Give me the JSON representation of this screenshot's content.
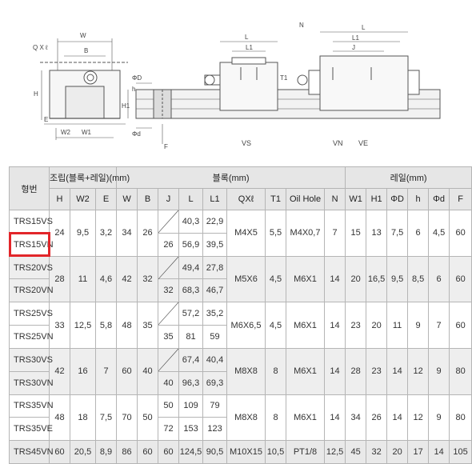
{
  "drawing": {
    "labels": {
      "w": "W",
      "b": "B",
      "qxl": "Q X ℓ",
      "h": "H",
      "e": "E",
      "w2": "W2",
      "w1": "W1",
      "od": "ΦD",
      "h_small": "h",
      "h1": "H1",
      "od_small": "Φd",
      "f": "F",
      "l": "L",
      "l1": "L1",
      "t1": "T1",
      "n": "N",
      "j": "J",
      "vs": "VS",
      "vn": "VN",
      "ve": "VE"
    }
  },
  "table": {
    "header": {
      "model": "형번",
      "assembly": "조립(블록+레일)(mm)",
      "block": "블록(mm)",
      "rail": "레일(mm)",
      "cols": [
        "H",
        "W2",
        "E",
        "W",
        "B",
        "J",
        "L",
        "L1",
        "QXℓ",
        "T1",
        "Oil Hole",
        "N",
        "W1",
        "H1",
        "ΦD",
        "h",
        "Φd",
        "F"
      ]
    },
    "rows": [
      {
        "model": "TRS15VS",
        "j": "",
        "l": "40,3",
        "l1": "22,9"
      },
      {
        "model": "TRS15VN",
        "j": "26",
        "l": "56,9",
        "l1": "39,5"
      },
      {
        "model": "TRS20VS",
        "j": "",
        "l": "49,4",
        "l1": "27,8"
      },
      {
        "model": "TRS20VN",
        "j": "32",
        "l": "68,3",
        "l1": "46,7"
      },
      {
        "model": "TRS25VS",
        "j": "",
        "l": "57,2",
        "l1": "35,2"
      },
      {
        "model": "TRS25VN",
        "j": "35",
        "l": "81",
        "l1": "59"
      },
      {
        "model": "TRS30VS",
        "j": "",
        "l": "67,4",
        "l1": "40,4"
      },
      {
        "model": "TRS30VN",
        "j": "40",
        "l": "96,3",
        "l1": "69,3"
      },
      {
        "model": "TRS35VN",
        "j": "50",
        "l": "109",
        "l1": "79"
      },
      {
        "model": "TRS35VE",
        "j": "72",
        "l": "153",
        "l1": "123"
      }
    ],
    "groups": [
      {
        "h": "24",
        "w2": "9,5",
        "e": "3,2",
        "w": "34",
        "b": "26",
        "qxl": "M4X5",
        "t1": "5,5",
        "oil": "M4X0,7",
        "n": "7",
        "w1": "15",
        "h1": "13",
        "od": "7,5",
        "hh": "6",
        "od2": "4,5",
        "f": "60"
      },
      {
        "h": "28",
        "w2": "11",
        "e": "4,6",
        "w": "42",
        "b": "32",
        "qxl": "M5X6",
        "t1": "4,5",
        "oil": "M6X1",
        "n": "14",
        "w1": "20",
        "h1": "16,5",
        "od": "9,5",
        "hh": "8,5",
        "od2": "6",
        "f": "60"
      },
      {
        "h": "33",
        "w2": "12,5",
        "e": "5,8",
        "w": "48",
        "b": "35",
        "qxl": "M6X6,5",
        "t1": "4,5",
        "oil": "M6X1",
        "n": "14",
        "w1": "23",
        "h1": "20",
        "od": "11",
        "hh": "9",
        "od2": "7",
        "f": "60"
      },
      {
        "h": "42",
        "w2": "16",
        "e": "7",
        "w": "60",
        "b": "40",
        "qxl": "M8X8",
        "t1": "8",
        "oil": "M6X1",
        "n": "14",
        "w1": "28",
        "h1": "23",
        "od": "14",
        "hh": "12",
        "od2": "9",
        "f": "80"
      },
      {
        "h": "48",
        "w2": "18",
        "e": "7,5",
        "w": "70",
        "b": "50",
        "qxl": "M8X8",
        "t1": "8",
        "oil": "M6X1",
        "n": "14",
        "w1": "34",
        "h1": "26",
        "od": "14",
        "hh": "12",
        "od2": "9",
        "f": "80"
      }
    ],
    "last": {
      "model": "TRS45VN",
      "h": "60",
      "w2": "20,5",
      "e": "8,9",
      "w": "86",
      "b": "60",
      "j": "60",
      "l": "124,5",
      "l1": "90,5",
      "qxl": "M10X15",
      "t1": "10,5",
      "oil": "PT1/8",
      "n": "12,5",
      "w1": "45",
      "h1": "32",
      "od": "20",
      "hh": "17",
      "od2": "14",
      "f": "105"
    }
  },
  "colors": {
    "highlight": "#e2262a",
    "header_bg": "#e6e6e6",
    "row_shade": "#eeeeee"
  }
}
